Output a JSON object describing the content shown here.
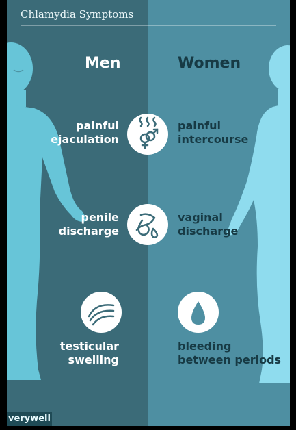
{
  "title": "Chlamydia Symptoms",
  "headers": {
    "men": "Men",
    "women": "Women"
  },
  "men_symptoms": [
    {
      "line1": "painful",
      "line2": "ejaculation"
    },
    {
      "line1": "penile",
      "line2": "discharge"
    },
    {
      "line1": "testicular",
      "line2": "swelling"
    }
  ],
  "women_symptoms": [
    {
      "line1": "painful",
      "line2": "intercourse"
    },
    {
      "line1": "vaginal",
      "line2": "discharge"
    },
    {
      "line1": "bleeding",
      "line2": "between periods"
    }
  ],
  "icons": {
    "row1": "intercourse-symbols-icon",
    "row2": "discharge-drops-icon",
    "row3_left": "swelling-waves-icon",
    "row3_right": "blood-drop-icon"
  },
  "colors": {
    "men_panel": "#3b6b78",
    "women_panel": "#4e8fa2",
    "male_figure": "#67c5d8",
    "female_figure": "#8fdcee",
    "women_text": "#173a44"
  },
  "brand": "verywell"
}
